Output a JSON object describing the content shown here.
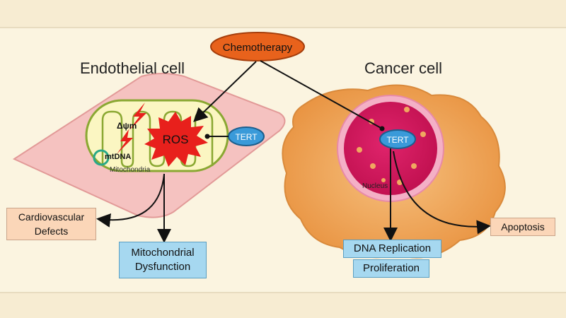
{
  "titles": {
    "endothelial": "Endothelial cell",
    "cancer": "Cancer cell"
  },
  "labels": {
    "chemotherapy": "Chemotherapy",
    "ros": "ROS",
    "tert_endo": "TERT",
    "tert_cancer": "TERT",
    "delta_psi": "Δψm",
    "mtdna": "mtDNA",
    "mitochondria": "Mitochondria",
    "nucleus": "Nucleus"
  },
  "boxes": {
    "cardio_line1": "Cardiovascular",
    "cardio_line2": "Defects",
    "mito_line1": "Mitochondrial",
    "mito_line2": "Dysfunction",
    "dna_replication": "DNA Replication",
    "proliferation": "Proliferation",
    "apoptosis": "Apoptosis"
  },
  "colors": {
    "chemo_fill": "#e8621c",
    "tert_fill": "#3a9ad9",
    "ros_fill": "#e8201c",
    "endothelial_fill": "#f5c2c0",
    "cancer_fill": "#eea45a",
    "nucleus_fill": "#d4155e"
  }
}
